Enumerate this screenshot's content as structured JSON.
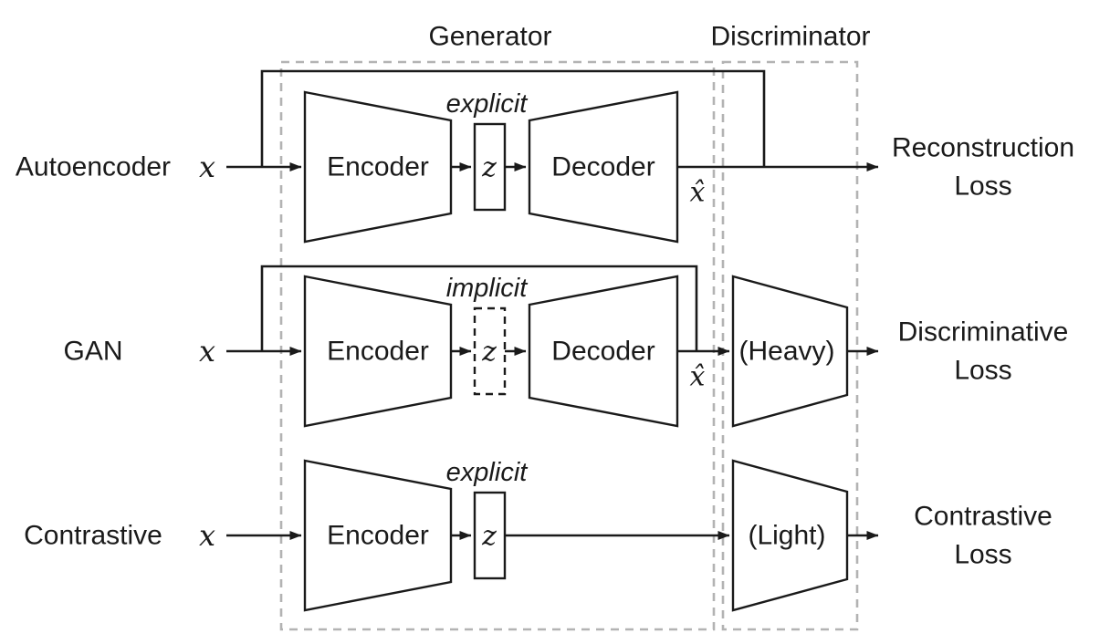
{
  "diagram": {
    "group_labels": {
      "generator": "Generator",
      "discriminator": "Discriminator"
    },
    "rows": [
      {
        "label": "Autoencoder",
        "input": "x",
        "encoder": "Encoder",
        "latent": "z",
        "latent_type": "explicit",
        "decoder": "Decoder",
        "output": "x̂",
        "loss_line1": "Reconstruction",
        "loss_line2": "Loss"
      },
      {
        "label": "GAN",
        "input": "x",
        "encoder": "Encoder",
        "latent": "z",
        "latent_type": "implicit",
        "decoder": "Decoder",
        "output": "x̂",
        "discriminator": "(Heavy)",
        "loss_line1": "Discriminative",
        "loss_line2": "Loss"
      },
      {
        "label": "Contrastive",
        "input": "x",
        "encoder": "Encoder",
        "latent": "z",
        "latent_type": "explicit",
        "discriminator": "(Light)",
        "loss_line1": "Contrastive",
        "loss_line2": "Loss"
      }
    ],
    "colors": {
      "line": "#1a1a1a",
      "dashed_box": "#b3b3b3",
      "background": "#ffffff"
    }
  }
}
